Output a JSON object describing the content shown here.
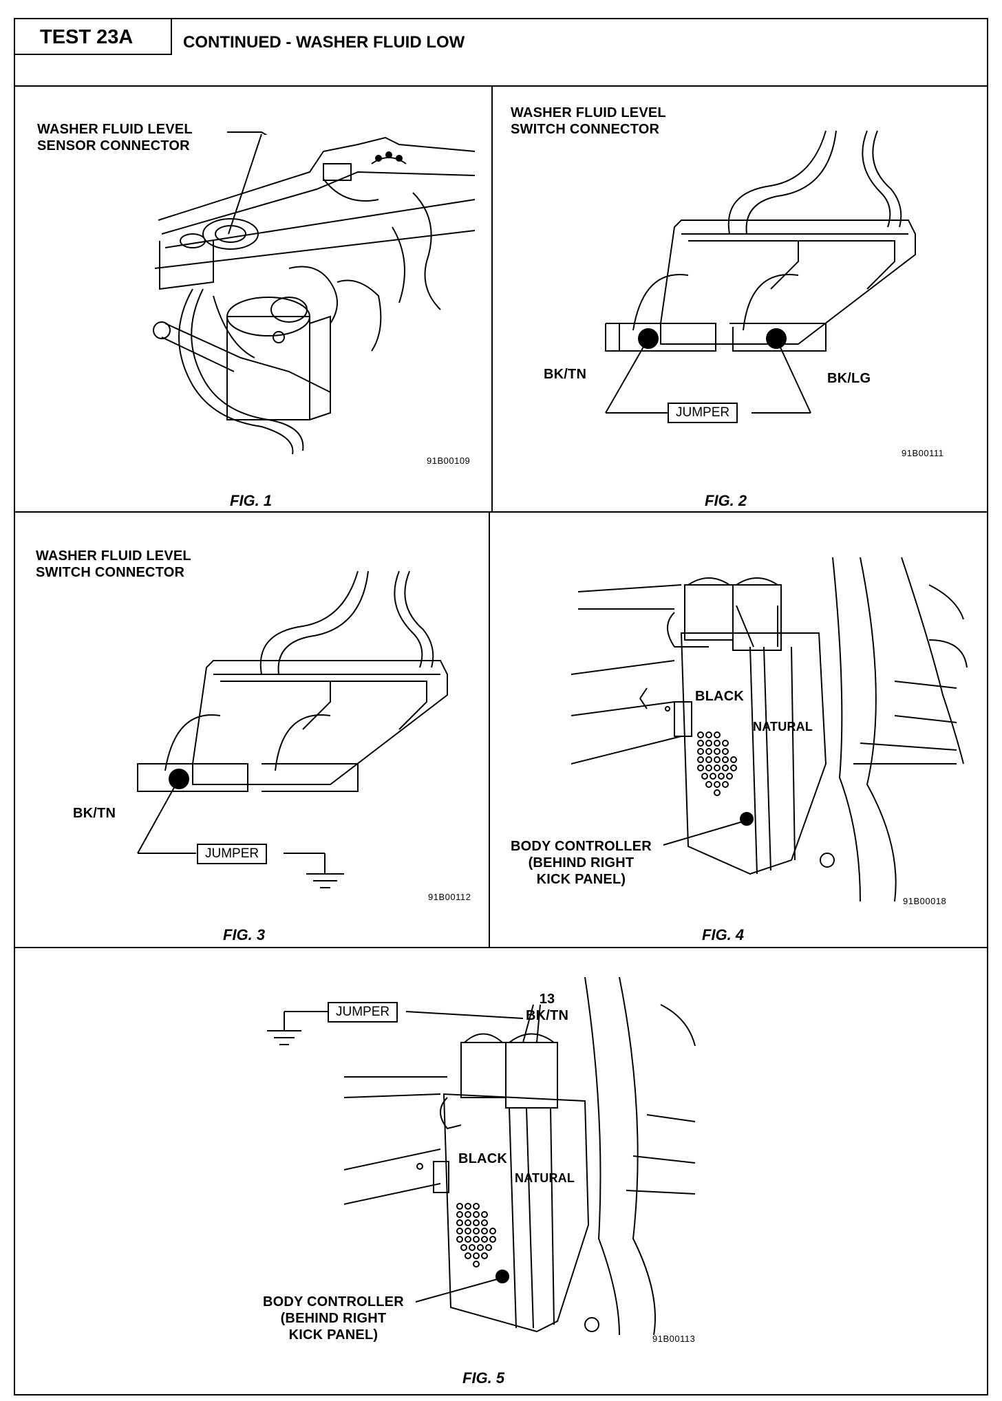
{
  "header": {
    "test_label": "TEST 23A",
    "title": "CONTINUED - WASHER FLUID LOW"
  },
  "fig1": {
    "label": "WASHER FLUID LEVEL\nSENSOR CONNECTOR",
    "code": "91B00109",
    "caption": "FIG. 1"
  },
  "fig2": {
    "label": "WASHER FLUID LEVEL\nSWITCH CONNECTOR",
    "left_wire": "BK/TN",
    "right_wire": "BK/LG",
    "jumper": "JUMPER",
    "code": "91B00111",
    "caption": "FIG. 2"
  },
  "fig3": {
    "label": "WASHER FLUID LEVEL\nSWITCH CONNECTOR",
    "wire": "BK/TN",
    "jumper": "JUMPER",
    "code": "91B00112",
    "caption": "FIG. 3"
  },
  "fig4": {
    "black_label": "BLACK",
    "natural_label": "NATURAL",
    "controller_label": "BODY CONTROLLER\n(BEHIND RIGHT\nKICK PANEL)",
    "code": "91B00018",
    "caption": "FIG. 4"
  },
  "fig5": {
    "jumper": "JUMPER",
    "pin_label": "13\nBK/TN",
    "black_label": "BLACK",
    "natural_label": "NATURAL",
    "controller_label": "BODY CONTROLLER\n(BEHIND RIGHT\nKICK PANEL)",
    "code": "91B00113",
    "caption": "FIG. 5"
  }
}
